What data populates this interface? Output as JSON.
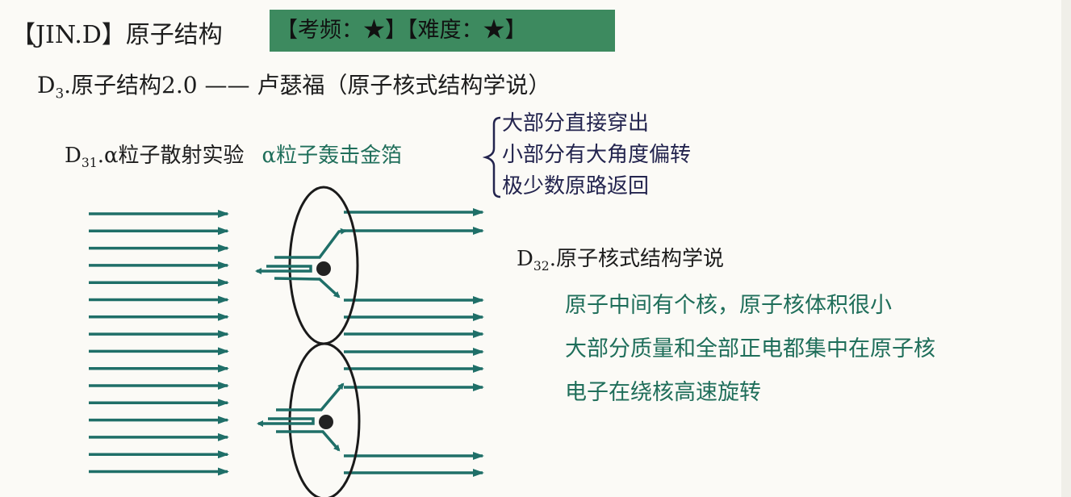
{
  "header": {
    "title": "【JIN.D】原子结构",
    "tags": "【考频：★】【难度：★】"
  },
  "section": {
    "prefix": "D",
    "sub": "3",
    "title": ".原子结构2.0 —— 卢瑟福（原子核式结构学说）"
  },
  "experiment": {
    "prefix": "D",
    "sub": "31",
    "title": ".α粒子散射实验",
    "action": "α粒子轰击金箔",
    "results": [
      "大部分直接穿出",
      "小部分有大角度偏转",
      "极少数原路返回"
    ]
  },
  "theory": {
    "prefix": "D",
    "sub": "32",
    "title": ".原子核式结构学说",
    "points": [
      "原子中间有个核，原子核体积很小",
      "大部分质量和全部正电都集中在原子核",
      "电子在绕核高速旋转"
    ]
  },
  "colors": {
    "arrow": "#1f6f68",
    "tag_bg": "#3d8a5f",
    "green_text": "#1f6e5a"
  }
}
